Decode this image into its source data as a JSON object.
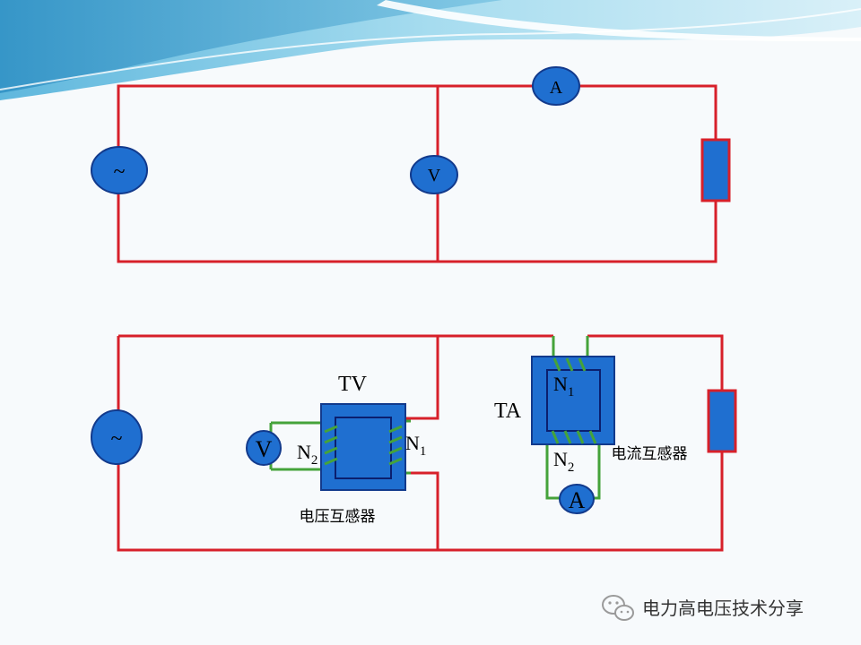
{
  "top_circuit": {
    "source_symbol": "~",
    "voltmeter_label": "V",
    "ammeter_label": "A"
  },
  "bottom_circuit": {
    "source_symbol": "~",
    "tv": {
      "title": "TV",
      "primary_label": "N",
      "primary_sub": "1",
      "secondary_label": "N",
      "secondary_sub": "2",
      "meter_label": "V",
      "caption": "电压互感器"
    },
    "ta": {
      "title": "TA",
      "primary_label": "N",
      "primary_sub": "1",
      "secondary_label": "N",
      "secondary_sub": "2",
      "meter_label": "A",
      "caption": "电流互感器"
    }
  },
  "watermark": {
    "text": "电力高电压技术分享",
    "icon": "wechat-icon"
  },
  "colors": {
    "wire": "#d7202a",
    "coil": "#45a33a",
    "component": "#1f6fd0",
    "banner_top": "#8fd0ea"
  }
}
